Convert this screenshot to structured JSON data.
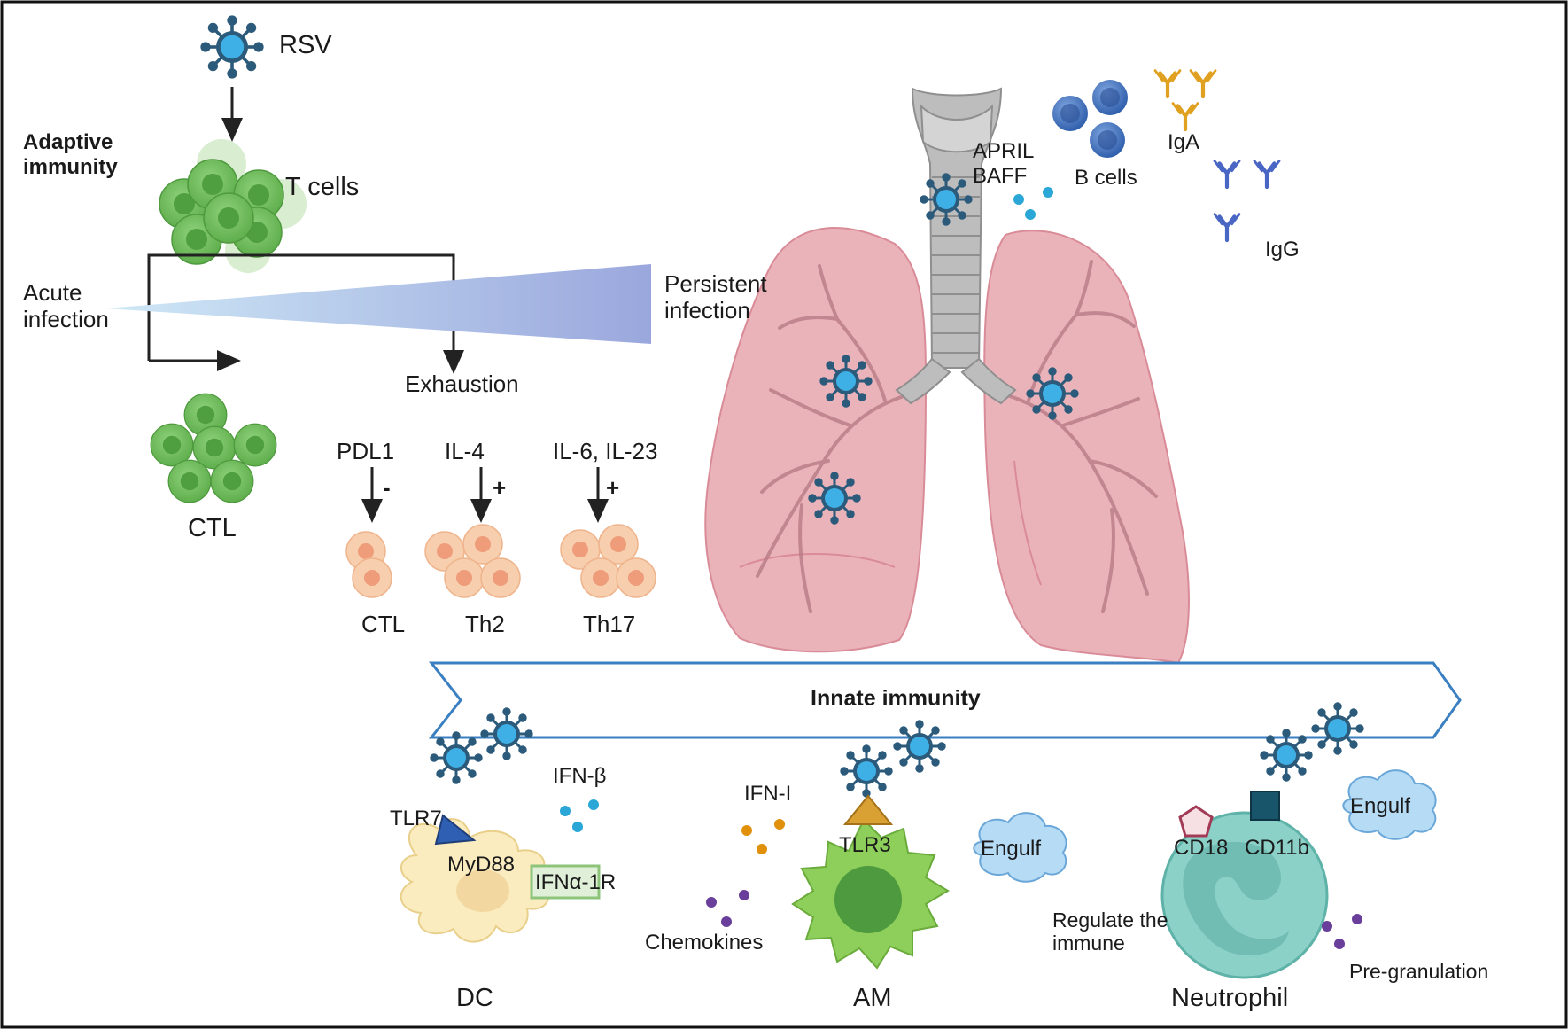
{
  "labels": {
    "rsv": "RSV",
    "adaptive_immunity": "Adaptive\nimmunity",
    "t_cells": "T cells",
    "acute_infection": "Acute\ninfection",
    "persistent_infection": "Persistent\ninfection",
    "exhaustion": "Exhaustion",
    "ctl_main": "CTL",
    "pdl1": "PDL1",
    "il4": "IL-4",
    "il6_il23": "IL-6, IL-23",
    "sign_minus": "-",
    "sign_plus_1": "+",
    "sign_plus_2": "+",
    "ctl_small": "CTL",
    "th2": "Th2",
    "th17": "Th17",
    "april_baff": "APRIL\nBAFF",
    "b_cells": "B cells",
    "iga": "IgA",
    "igg": "IgG",
    "innate_immunity": "Innate immunity",
    "ifn_beta": "IFN-β",
    "tlr7": "TLR7",
    "myd88": "MyD88",
    "ifna_1r": "IFNα-1R",
    "dc": "DC",
    "ifn_i": "IFN-I",
    "tlr3": "TLR3",
    "engulf_1": "Engulf",
    "chemokines": "Chemokines",
    "am": "AM",
    "cd18": "CD18",
    "cd11b": "CD11b",
    "engulf_2": "Engulf",
    "regulate": "Regulate the\nimmune",
    "pre_granulation": "Pre-granulation",
    "neutrophil": "Neutrophil"
  },
  "colors": {
    "virus": "#2f9bd1",
    "virus_spike": "#2b5a7a",
    "t_cell": "#7cc66a",
    "t_cell_dark": "#4e9a3e",
    "th_cell": "#f6c9a3",
    "th_cell_nucleus": "#ef9c7b",
    "lung": "#e8a7b0",
    "trachea": "#b9b9b9",
    "b_cell": "#3d6fb8",
    "iga": "#e0a020",
    "igg": "#4a66c4",
    "cytokine_blue": "#2aa7d6",
    "cytokine_orange": "#e0900a",
    "cytokine_purple": "#6a3f9c",
    "dc": "#fbecc0",
    "am": "#8dcf5a",
    "neutrophil": "#8cd1c8",
    "cloud": "#b5dbf5"
  }
}
